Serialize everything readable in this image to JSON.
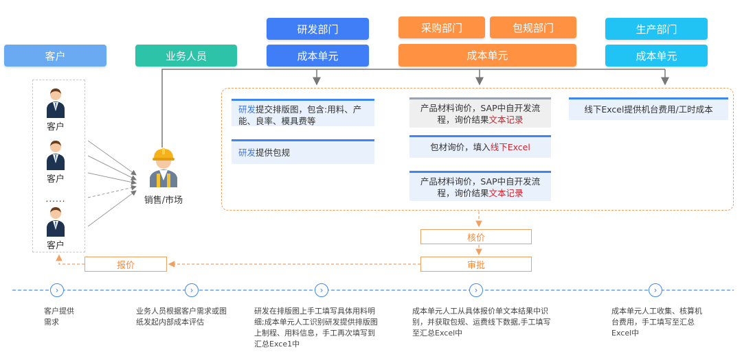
{
  "headers": {
    "customer": "客户",
    "sales": "业务人员",
    "rd": "研发部门",
    "rd_cost": "成本单元",
    "purchase": "采购部门",
    "packaging": "包规部门",
    "pp_cost": "成本单元",
    "production": "生产部门",
    "prod_cost": "成本单元"
  },
  "customers": [
    "客户",
    "客户",
    "客户"
  ],
  "ellipsis": "......",
  "salesperson": "销售/市场",
  "rd_cards": [
    {
      "hl": "研发",
      "rest": "提交排版图，包含:用料、产能、良率、模具费等"
    },
    {
      "hl": "研发",
      "rest": "提供包规"
    }
  ],
  "purchase_cards": [
    {
      "text": "产品材料询价，SAP中自开发流程，询价结果",
      "red": "文本记录"
    },
    {
      "text": "包材询价，填入",
      "red": "线下Excel"
    },
    {
      "text": "产品材料询价，SAP中自开发流程，询价结果",
      "red": "文本记录"
    }
  ],
  "production_card": "线下Excel提供机台费用/工时成本",
  "flow": {
    "verify": "核价",
    "approve": "审批",
    "quote": "报价"
  },
  "steps": [
    "客户提供需求",
    "业务人员根据客户需求或图纸发起内部成本评估",
    "研发在排版图上手工填写具体用料明细;成本单元人工识别研发提供排版图上制程、用料信息，手工再次填写到汇总Exce1中",
    "成本单元人工从具体报价单文本结果中识别，并获取包规、运费线下数据,手工填写至汇总Excel中",
    "成本单元人工收集、核算机台费用，手工填写至汇总Excel中"
  ],
  "icons": {
    "customer": "person-icon",
    "sales": "worker-helmet-icon",
    "step": "chevron-right-circle-icon"
  },
  "colors": {
    "blue": "#3f7ef6",
    "orange": "#ff9143",
    "cyan": "#21c3f5",
    "teal": "#2cc3a9",
    "light_blue": "#6aaaf3",
    "highlight_red": "#d0222a",
    "dashed_orange": "#f0a060"
  }
}
